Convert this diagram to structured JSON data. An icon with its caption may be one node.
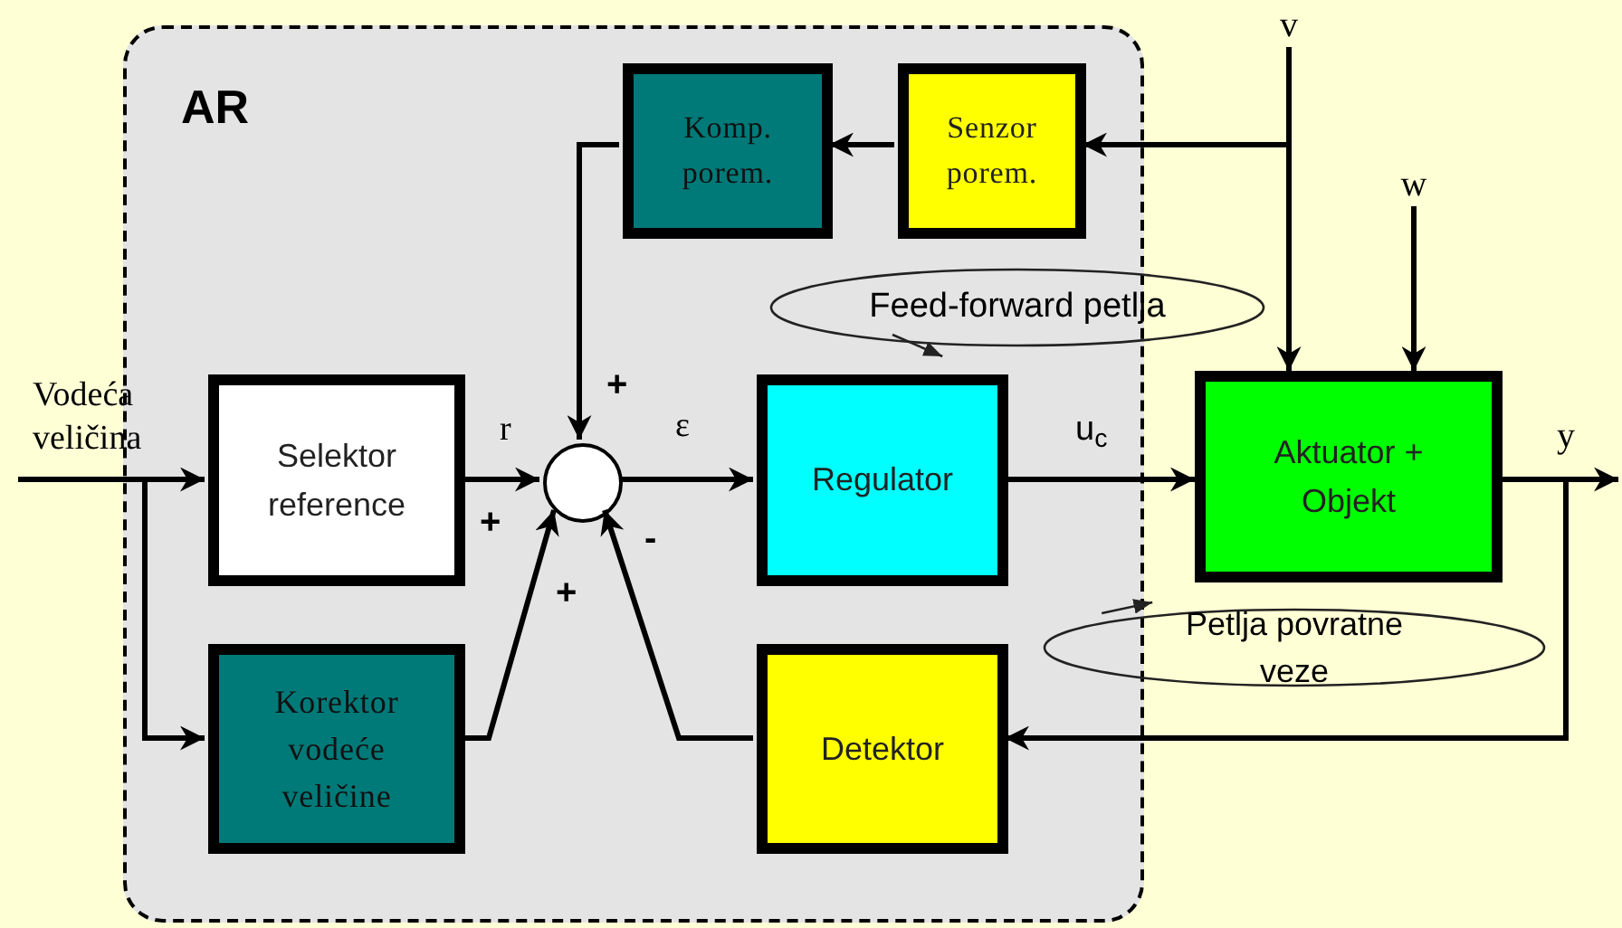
{
  "diagram": {
    "nodes": [
      {
        "text": [
          "AR"
        ]
      },
      {
        "text": [
          "Komp. porem."
        ],
        "in": 0
      },
      {
        "text": [
          "Senzor porem."
        ],
        "in": 0
      },
      {
        "text": [
          "Selektor reference"
        ],
        "in": 0
      },
      {
        "text": [],
        "shape": "circle",
        "in": 0
      },
      {
        "text": [
          "Regulator"
        ],
        "in": 0
      },
      {
        "text": [
          "Korektor vodeće veličine"
        ],
        "in": 0
      },
      {
        "text": [
          "Detektor"
        ],
        "in": 0
      },
      {
        "text": [
          "Aktuator + Objekt"
        ]
      },
      {
        "text": [
          "v"
        ]
      },
      {
        "text": [
          "w"
        ]
      },
      {
        "text": [
          "Feed-forward petlja"
        ]
      },
      {
        "text": [
          "Petlja povratne veze"
        ]
      }
    ],
    "edges": [
      {
        "from": null,
        "to": 3,
        "arrow": "to",
        "label": "Vodeća veličina"
      },
      {
        "from": null,
        "to": 6,
        "arrow": "to"
      },
      {
        "from": 3,
        "to": 4,
        "arrow": "to",
        "label": "r"
      },
      {
        "from": 2,
        "to": 1,
        "arrow": "to"
      },
      {
        "from": 1,
        "to": 4,
        "arrow": "to"
      },
      {
        "from": 6,
        "to": 4,
        "arrow": "to"
      },
      {
        "from": 7,
        "to": 4,
        "arrow": "to"
      },
      {
        "from": 4,
        "to": 5,
        "arrow": "to",
        "label": "ε"
      },
      {
        "from": 5,
        "to": 8,
        "arrow": "to",
        "label": "u$_{c}$"
      },
      {
        "from": 9,
        "to": 8,
        "arrow": "to"
      },
      {
        "from": 9,
        "to": 2,
        "arrow": "to"
      },
      {
        "from": 10,
        "to": 8,
        "arrow": "to"
      },
      {
        "from": 8,
        "to": null,
        "arrow": "to",
        "label": "y"
      },
      {
        "from": 8,
        "to": 7,
        "arrow": "to"
      }
    ],
    "labels": [
      "+",
      "+",
      "-",
      "+"
    ]
  }
}
